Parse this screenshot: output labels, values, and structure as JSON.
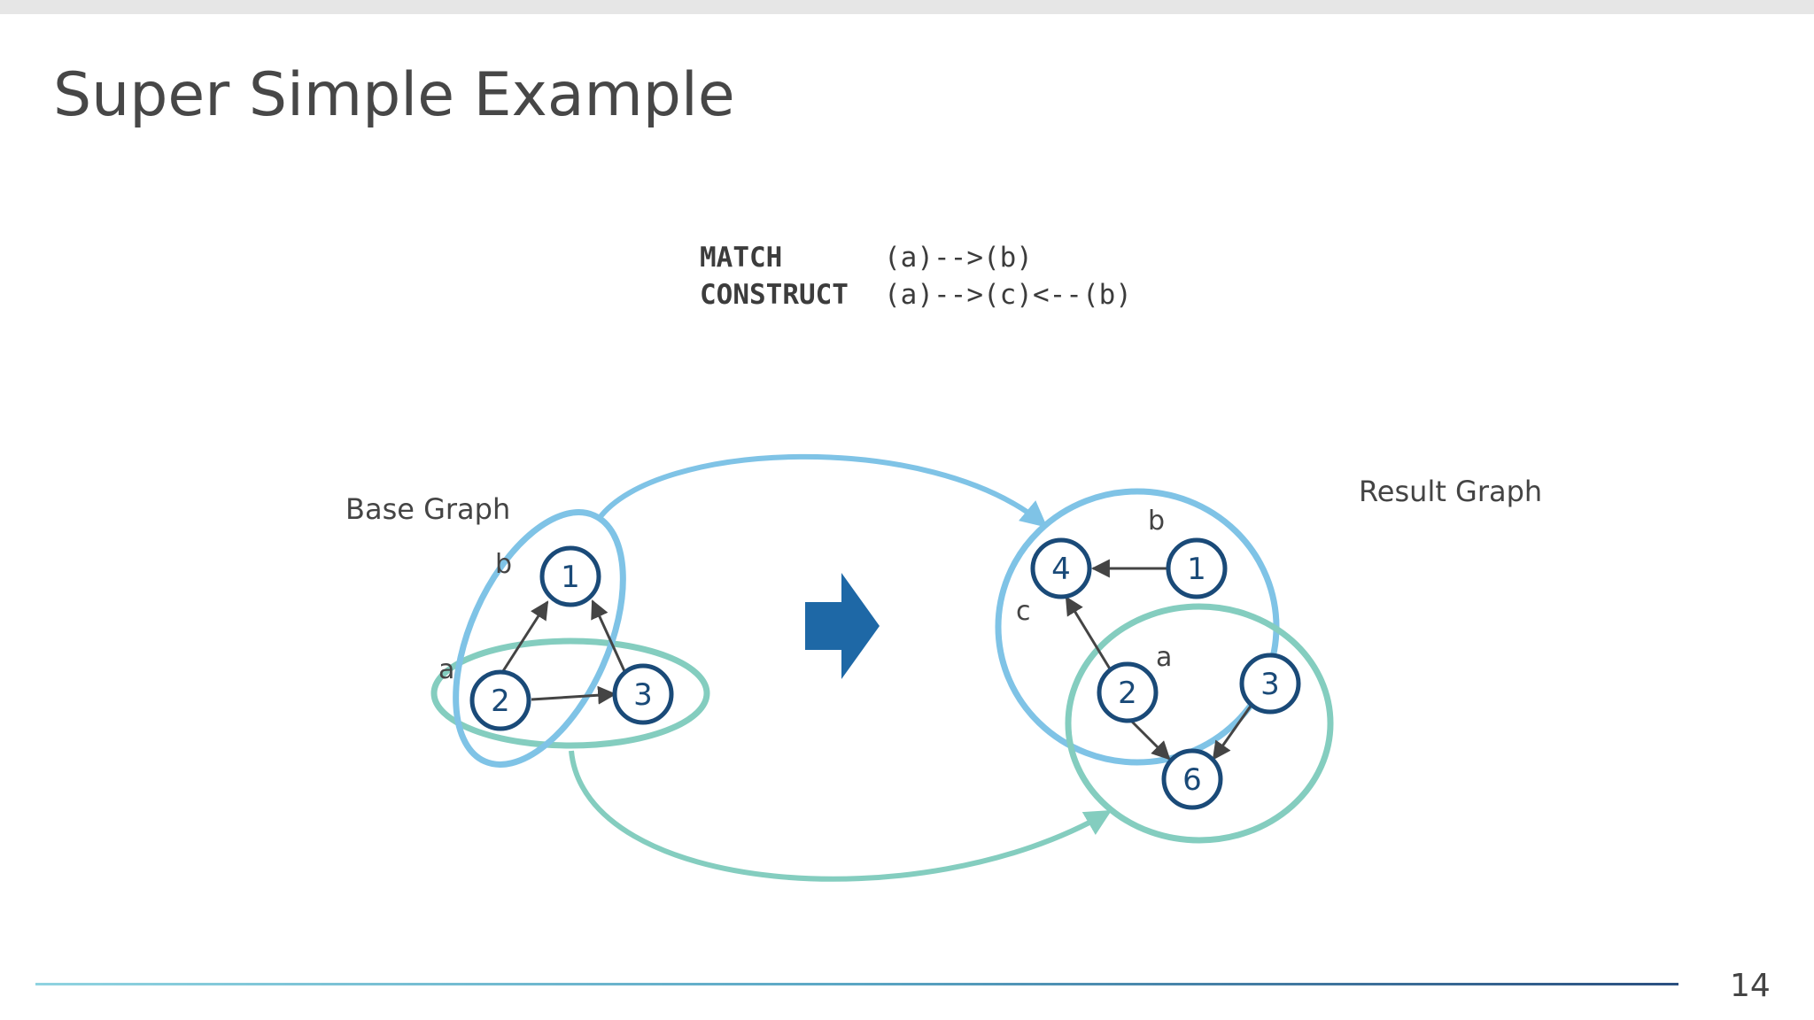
{
  "slide": {
    "title": "Super Simple Example",
    "page_number": "14"
  },
  "query": {
    "match_keyword": "MATCH",
    "match_pattern": "(a)-->(b)",
    "construct_keyword": "CONSTRUCT",
    "construct_pattern": "(a)-->(c)<--(b)"
  },
  "diagram": {
    "base_label": "Base Graph",
    "result_label": "Result Graph",
    "base_nodes": {
      "n1": "1",
      "n2": "2",
      "n3": "3"
    },
    "base_vars": {
      "a": "a",
      "b": "b"
    },
    "result_nodes": {
      "n4": "4",
      "n1": "1",
      "n2": "2",
      "n3": "3",
      "n6": "6"
    },
    "result_vars": {
      "a": "a",
      "b": "b",
      "c": "c"
    }
  },
  "colors": {
    "blue_ring": "#7fc3e6",
    "teal_ring": "#84cdbf",
    "node_stroke": "#1a4a78",
    "node_text": "#1a4a78",
    "transform_arrow": "#1e68a6",
    "edge": "#444444"
  }
}
